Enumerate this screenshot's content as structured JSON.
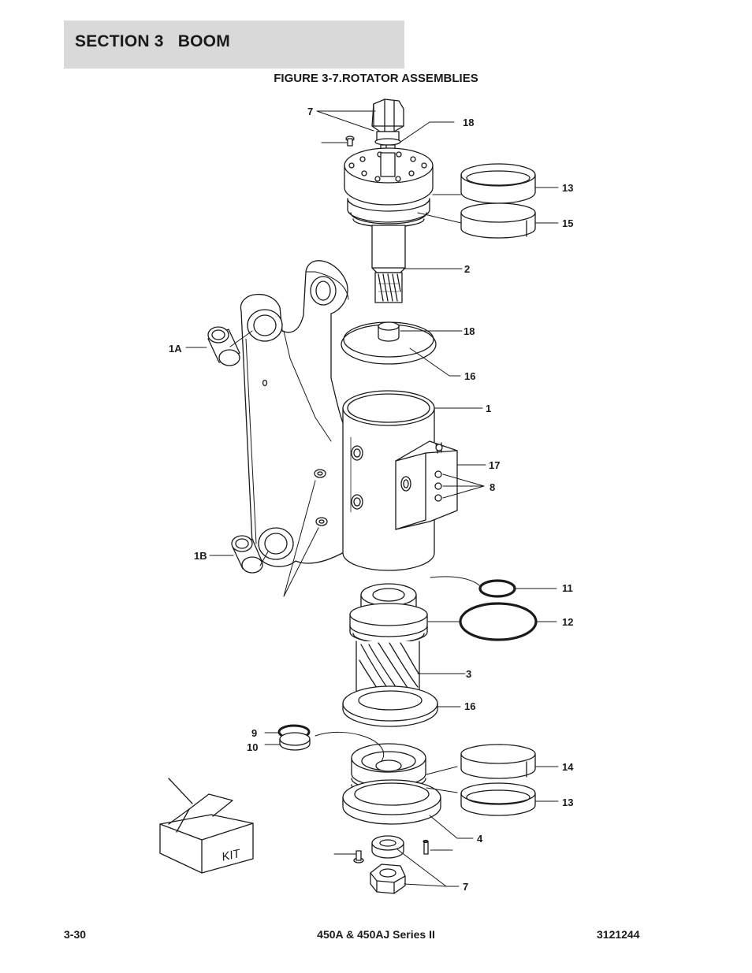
{
  "header": {
    "section": "SECTION 3   BOOM"
  },
  "figure": {
    "title": "FIGURE 3-7.ROTATOR ASSEMBLIES",
    "kit_label": "KIT"
  },
  "callouts": [
    {
      "id": "7-top",
      "text": "7"
    },
    {
      "id": "18-top",
      "text": "18"
    },
    {
      "id": "13-top",
      "text": "13"
    },
    {
      "id": "15",
      "text": "15"
    },
    {
      "id": "2",
      "text": "2"
    },
    {
      "id": "18-mid",
      "text": "18"
    },
    {
      "id": "1A",
      "text": "1A"
    },
    {
      "id": "16-top",
      "text": "16"
    },
    {
      "id": "1",
      "text": "1"
    },
    {
      "id": "17",
      "text": "17"
    },
    {
      "id": "8",
      "text": "8"
    },
    {
      "id": "1B",
      "text": "1B"
    },
    {
      "id": "11",
      "text": "11"
    },
    {
      "id": "12",
      "text": "12"
    },
    {
      "id": "3",
      "text": "3"
    },
    {
      "id": "16-bot",
      "text": "16"
    },
    {
      "id": "9",
      "text": "9"
    },
    {
      "id": "10",
      "text": "10"
    },
    {
      "id": "14",
      "text": "14"
    },
    {
      "id": "13-bot",
      "text": "13"
    },
    {
      "id": "4",
      "text": "4"
    },
    {
      "id": "7-bot",
      "text": "7"
    }
  ],
  "footer": {
    "page": "3-30",
    "model": "450A & 450AJ Series II",
    "doc_number": "3121244"
  }
}
